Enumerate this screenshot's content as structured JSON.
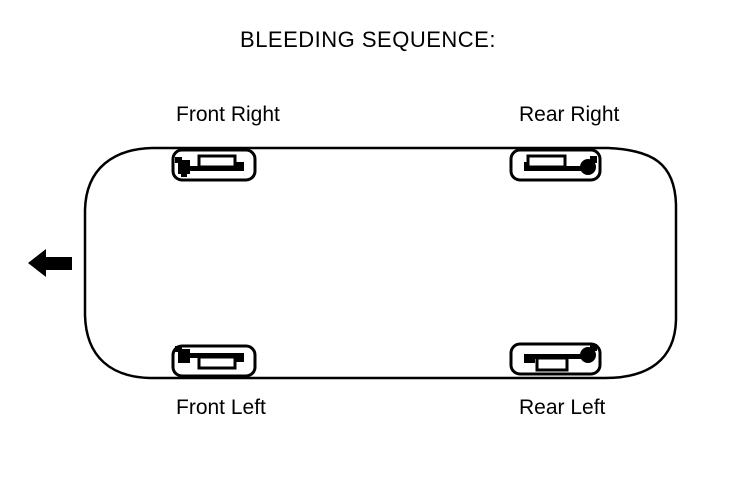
{
  "title": "BLEEDING SEQUENCE:",
  "car_diagram": {
    "description": "Top view of a car showing brake bleeding sequence positions",
    "wheel_labels": {
      "front_right": "Front Right",
      "rear_right": "Rear Right",
      "front_left": "Front Left",
      "rear_left": "Rear Left"
    },
    "front_direction_icon": "left-arrow",
    "colors": {
      "line": "#000000",
      "background": "#ffffff"
    }
  }
}
